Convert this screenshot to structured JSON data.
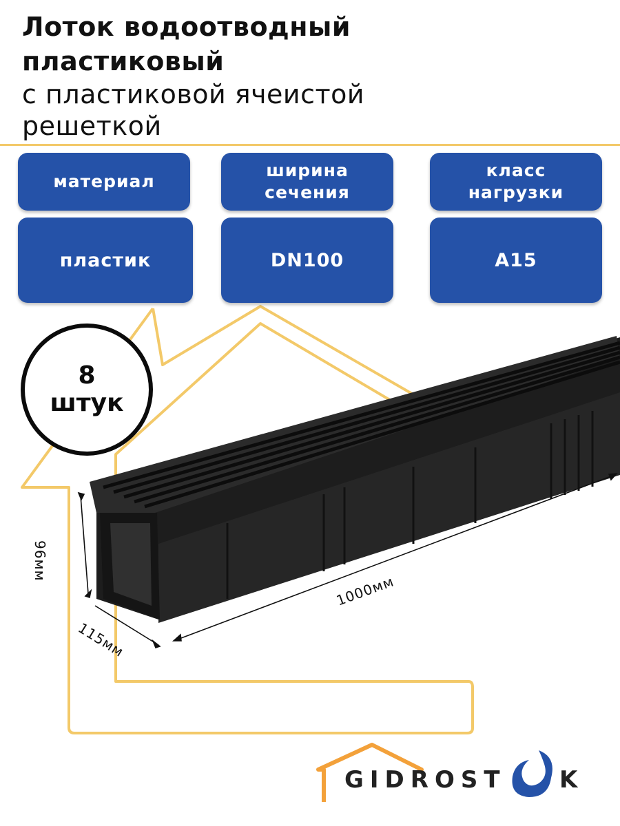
{
  "title": {
    "line1": "Лоток водоотводный",
    "line2": "пластиковый",
    "line3": "с пластиковой ячеистой",
    "line4": "решеткой"
  },
  "specs": [
    {
      "label_line1": "материал",
      "label_line2": "",
      "value": "пластик"
    },
    {
      "label_line1": "ширина",
      "label_line2": "сечения",
      "value": "DN100"
    },
    {
      "label_line1": "класс",
      "label_line2": "нагрузки",
      "value": "A15"
    }
  ],
  "badge": {
    "count": "8",
    "unit": "штук"
  },
  "dimensions": {
    "height": "96мм",
    "width": "115мм",
    "length": "1000мм"
  },
  "logo": {
    "left": "GIDROST",
    "right": "K"
  },
  "colors": {
    "card": "#2552a8",
    "outline": "#f3c969",
    "product": "#2a2a2a"
  }
}
